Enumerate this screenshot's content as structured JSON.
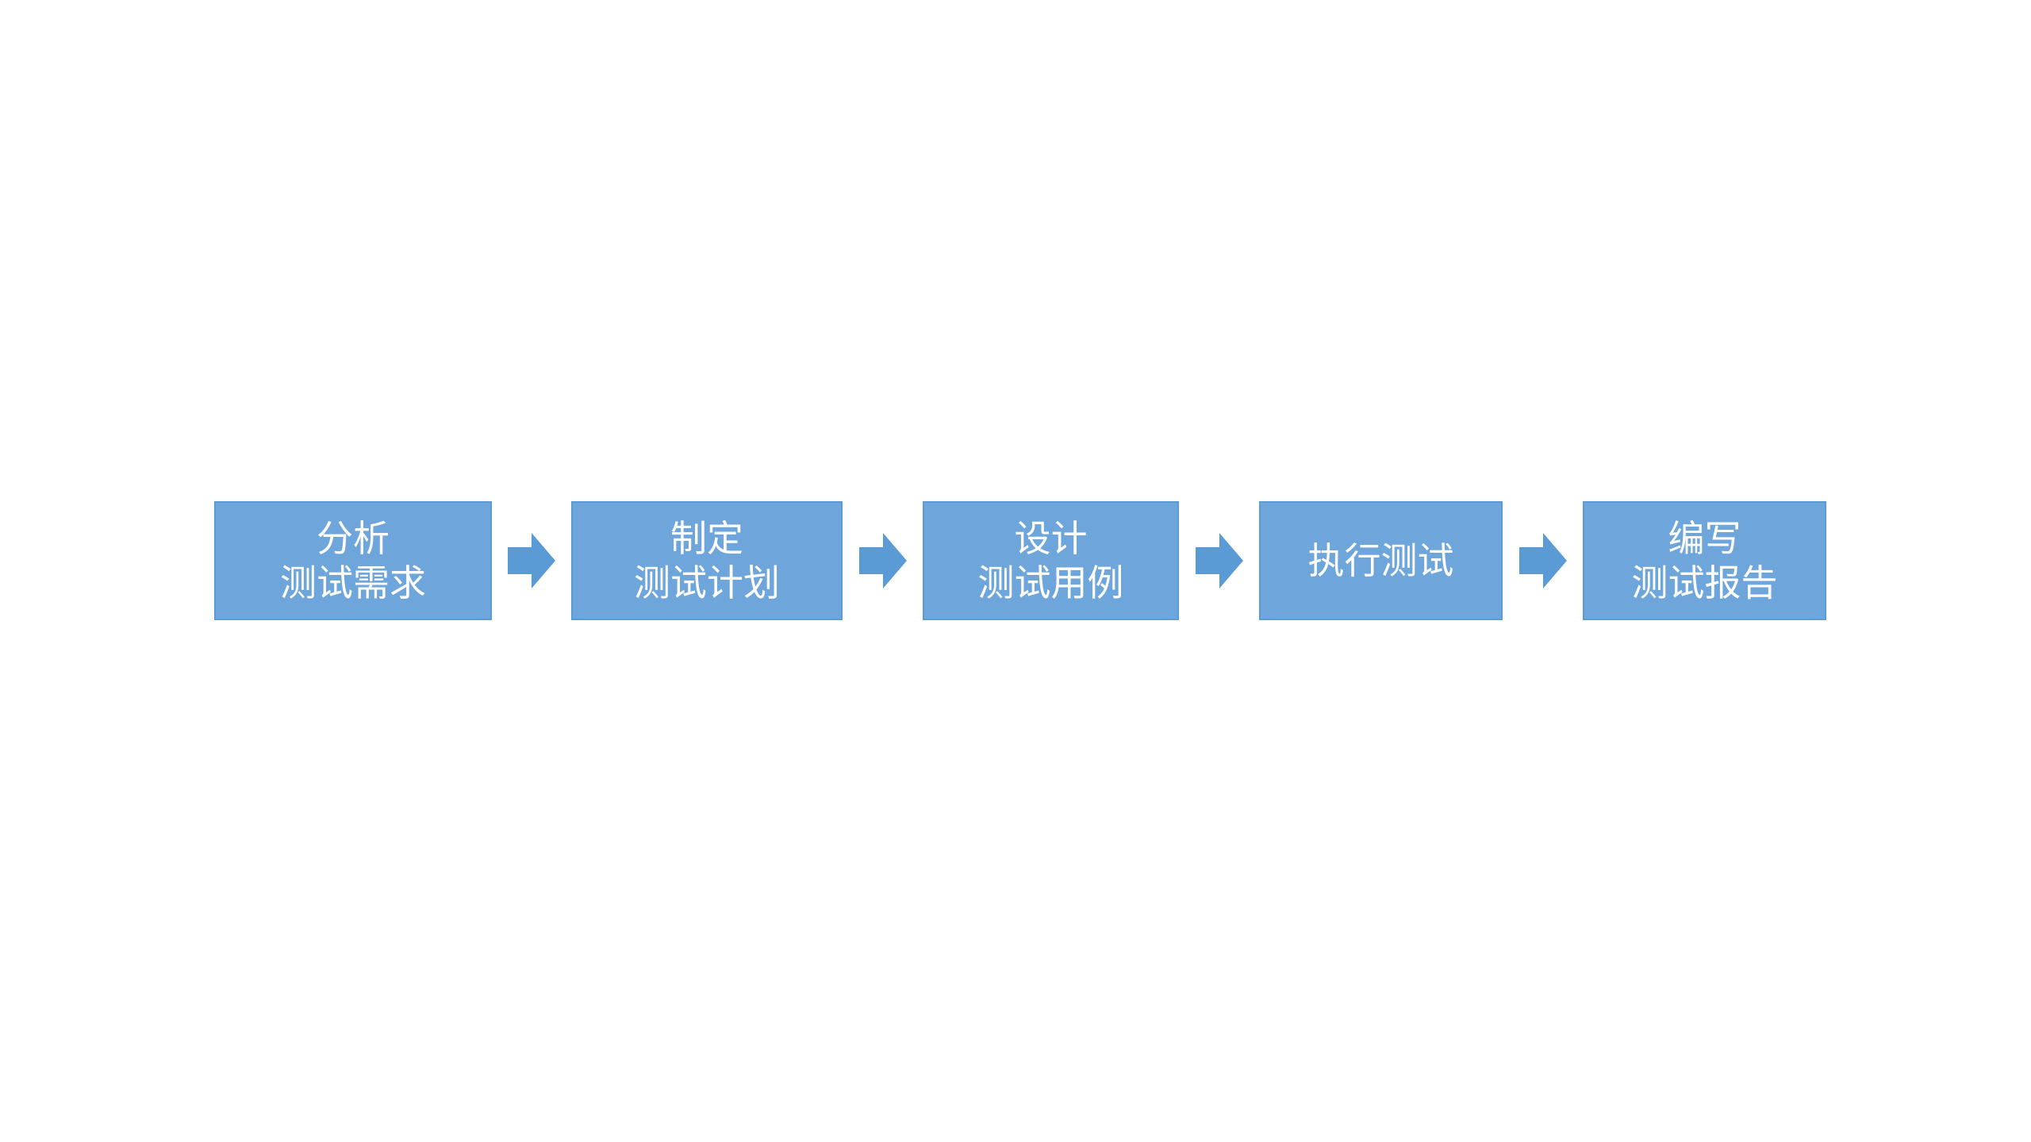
{
  "diagram": {
    "box_color": "#6ea6dc",
    "border_color": "#5b9bd5",
    "arrow_color": "#5b9bd5",
    "text_color": "#ffffff",
    "steps": [
      {
        "line1": "分析",
        "line2": "测试需求"
      },
      {
        "line1": "制定",
        "line2": "测试计划"
      },
      {
        "line1": "设计",
        "line2": "测试用例"
      },
      {
        "line1": "执行测试",
        "line2": ""
      },
      {
        "line1": "编写",
        "line2": "测试报告"
      }
    ]
  }
}
